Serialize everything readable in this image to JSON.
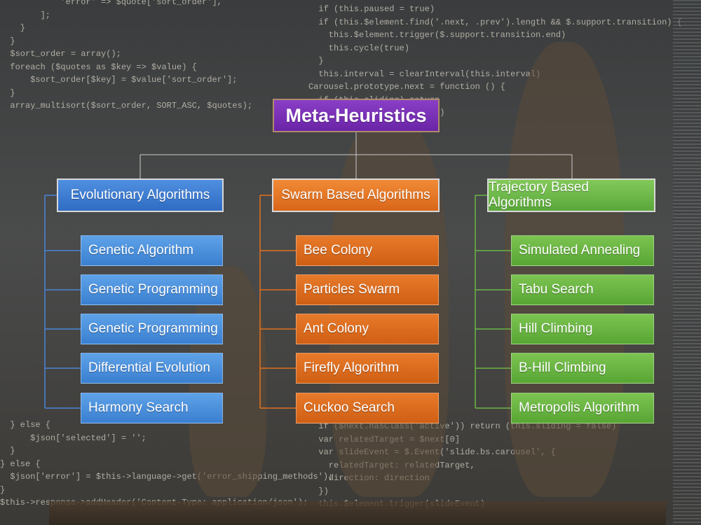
{
  "title": "Meta-Heuristics",
  "categories": [
    {
      "label": "Evolutionary Algorithms",
      "color": "#3b7bd4",
      "items": [
        "Genetic Algorithm",
        "Genetic Programming",
        "Genetic Programming",
        "Differential Evolution",
        "Harmony Search"
      ]
    },
    {
      "label": "Swarm Based Algorithms",
      "color": "#e0711f",
      "items": [
        "Bee Colony",
        "Particles Swarm",
        "Ant Colony",
        "Firefly Algorithm",
        "Cuckoo Search"
      ]
    },
    {
      "label": "Trajectory Based Algorithms",
      "color": "#6bb646",
      "items": [
        "Simulated Annealing",
        "Tabu Search",
        "Hill Climbing",
        "B-Hill Climbing",
        "Metropolis Algorithm"
      ]
    }
  ],
  "background_code": {
    "left": [
      "            'error' => $quote['sort_order'],",
      "        ];",
      "    }",
      "  }",
      "",
      "  $sort_order = array();",
      "",
      "  foreach ($quotes as $key => $value) {",
      "      $sort_order[$key] = $value['sort_order'];",
      "  }",
      "",
      "  array_multisort($sort_order, SORT_ASC, $quotes);"
    ],
    "left_lower": [
      "  } else {",
      "      $json['selected'] = '';",
      "  }",
      "} else {",
      "  $json['error'] = $this->language->get('error_shipping_methods');",
      "}",
      "",
      "$this->response->addHeader('Content-Type: application/json');"
    ],
    "right": [
      "  if (this.paused = true)",
      "  if (this.$element.find('.next, .prev').length && $.support.transition) {",
      "    this.$element.trigger($.support.transition.end)",
      "    this.cycle(true)",
      "  }",
      "",
      "  this.interval = clearInterval(this.interval)",
      "",
      "Carousel.prototype.next = function () {",
      "  if (this.sliding) return",
      "  return this.slide('next')"
    ],
    "right_lower": [
      "  if ($next.hasClass('active')) return (this.sliding = false)",
      "",
      "  var relatedTarget = $next[0]",
      "  var slideEvent = $.Event('slide.bs.carousel', {",
      "    relatedTarget: relatedTarget,",
      "    direction: direction",
      "  })",
      "  this.$element.trigger(slideEvent)"
    ]
  }
}
